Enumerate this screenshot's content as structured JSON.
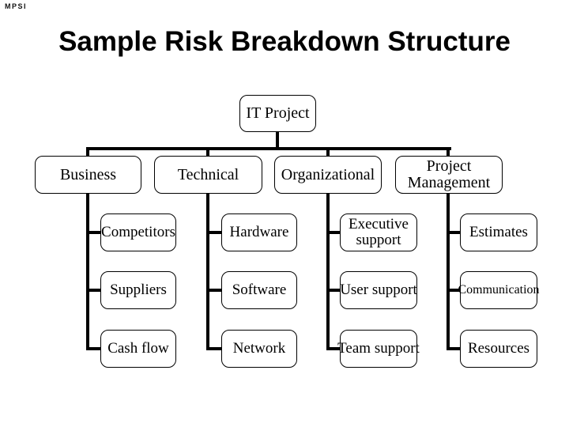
{
  "slide": {
    "logo_text": "MPSI",
    "title": "Sample Risk Breakdown Structure"
  },
  "tree": {
    "root": {
      "label": "IT Project"
    },
    "branches": [
      {
        "label": "Business",
        "children": [
          "Competitors",
          "Suppliers",
          "Cash flow"
        ]
      },
      {
        "label": "Technical",
        "children": [
          "Hardware",
          "Software",
          "Network"
        ]
      },
      {
        "label": "Organizational",
        "children": [
          "Executive support",
          "User support",
          "Team support"
        ]
      },
      {
        "label": "Project Management",
        "children": [
          "Estimates",
          "Communication",
          "Resources"
        ]
      }
    ]
  },
  "colors": {
    "background": "#ffffff",
    "line": "#000000",
    "text": "#000000"
  }
}
